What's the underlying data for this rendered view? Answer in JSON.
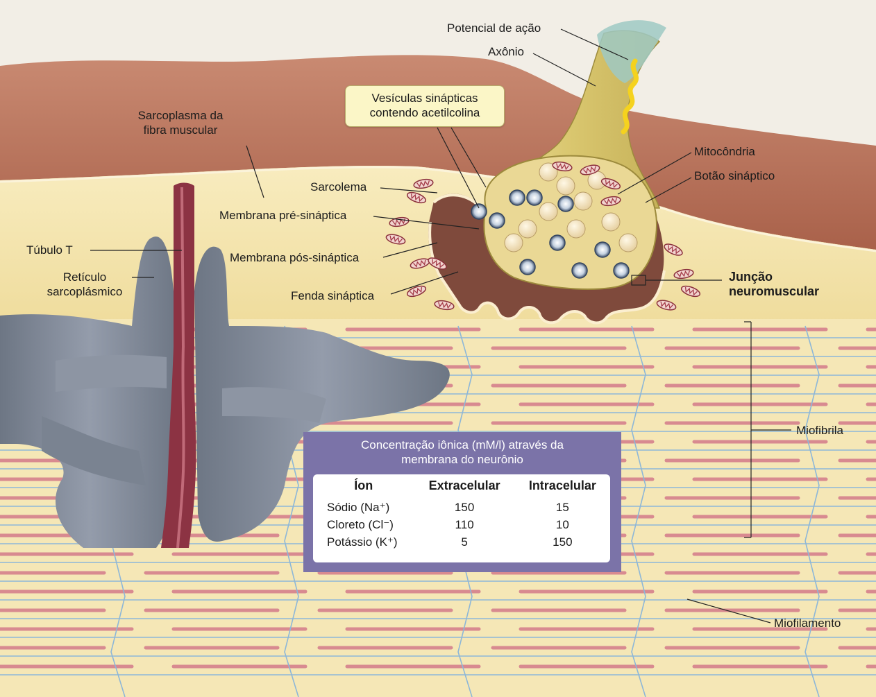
{
  "labels": {
    "potencial_acao": "Potencial de ação",
    "axonio": "Axônio",
    "vesiculas": [
      "Vesículas sinápticas",
      "contendo acetilcolina"
    ],
    "sarcoplasma": [
      "Sarcoplasma da",
      "fibra muscular"
    ],
    "mitocondria": "Mitocôndria",
    "botao_sinaptico": "Botão sináptico",
    "sarcolema": "Sarcolema",
    "membrana_pre": "Membrana pré-sináptica",
    "tubulo_t": "Túbulo T",
    "membrana_pos": "Membrana pós-sináptica",
    "reticulo": [
      "Retículo",
      "sarcoplásmico"
    ],
    "juncao": [
      "Junção",
      "neuromuscular"
    ],
    "fenda": "Fenda sináptica",
    "miofibrila": "Miofibrila",
    "miofilamento": "Miofilamento"
  },
  "ion_table": {
    "title": [
      "Concentração iônica (mM/l) através da",
      "membrana do neurônio"
    ],
    "headers": [
      "Íon",
      "Extracelular",
      "Intracelular"
    ],
    "rows": [
      {
        "ion": "Sódio (Na⁺)",
        "extracelular": "150",
        "intracelular": "15"
      },
      {
        "ion": "Cloreto (Cl⁻)",
        "extracelular": "110",
        "intracelular": "10"
      },
      {
        "ion": "Potássio (K⁺)",
        "extracelular": "5",
        "intracelular": "150"
      }
    ]
  },
  "colors": {
    "muscle_surface": "#b9755a",
    "sarcoplasm": "#f4e4a8",
    "axon": "#ddcc78",
    "reticulum": "#7e8794",
    "t_tubule": "#8c3343",
    "cleft": "#7f4a3c",
    "actin": "#d88a90",
    "myosin": "#8db7d8",
    "table_header": "#7b73a8"
  }
}
